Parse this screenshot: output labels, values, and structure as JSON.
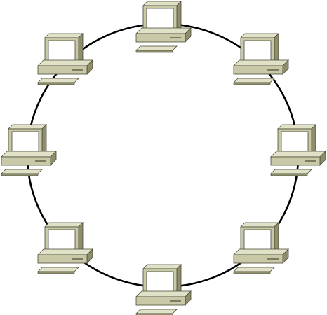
{
  "diagram": {
    "topology": "ring",
    "link_color": "#000000",
    "computer_colors": {
      "case_front": "#c9c9a8",
      "case_side": "#8e8e6c",
      "case_top": "#e1e1c8",
      "screen": "#ffffff",
      "outline": "#4a4a38"
    },
    "nodes": [
      {
        "name": "computer-top",
        "icon": "desktop-computer-icon"
      },
      {
        "name": "computer-top-right",
        "icon": "desktop-computer-icon"
      },
      {
        "name": "computer-right",
        "icon": "desktop-computer-icon"
      },
      {
        "name": "computer-bottom-right",
        "icon": "desktop-computer-icon"
      },
      {
        "name": "computer-bottom",
        "icon": "desktop-computer-icon"
      },
      {
        "name": "computer-bottom-left",
        "icon": "desktop-computer-icon"
      },
      {
        "name": "computer-left",
        "icon": "desktop-computer-icon"
      },
      {
        "name": "computer-top-left",
        "icon": "desktop-computer-icon"
      }
    ]
  }
}
